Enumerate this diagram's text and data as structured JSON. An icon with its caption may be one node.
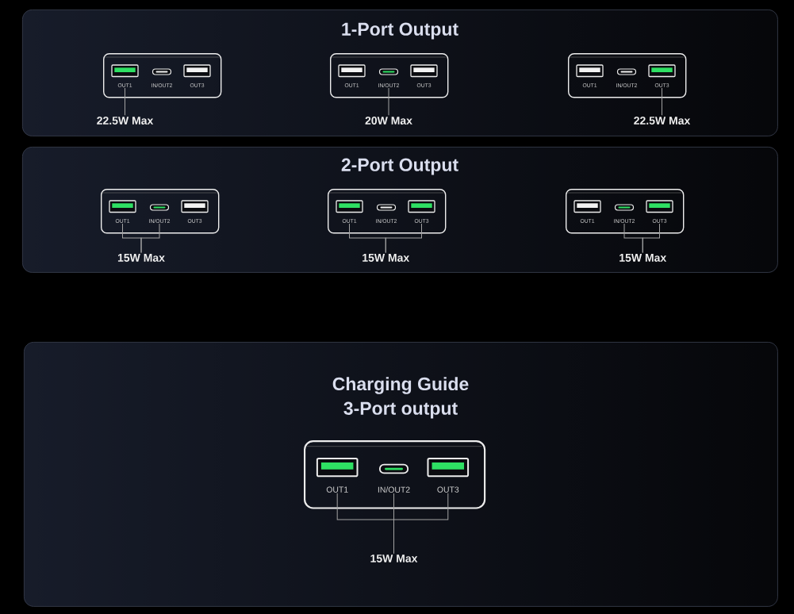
{
  "diagram": {
    "nodes": [
      {
        "text": [
          "1-Port Output"
        ]
      },
      {
        "text": [],
        "shape": "box",
        "in": 0
      },
      {
        "text": [
          "OUT1"
        ],
        "in": 1
      },
      {
        "text": [
          "IN/OUT2"
        ],
        "in": 1
      },
      {
        "text": [
          "OUT3"
        ],
        "in": 1
      },
      {
        "text": [
          "22.5W Max"
        ],
        "in": 0
      },
      {
        "text": [],
        "shape": "box",
        "in": 0
      },
      {
        "text": [
          "OUT1"
        ],
        "in": 6
      },
      {
        "text": [
          "IN/OUT2"
        ],
        "in": 6
      },
      {
        "text": [
          "OUT3"
        ],
        "in": 6
      },
      {
        "text": [
          "20W Max"
        ],
        "in": 0
      },
      {
        "text": [],
        "shape": "box",
        "in": 0
      },
      {
        "text": [
          "OUT1"
        ],
        "in": 11
      },
      {
        "text": [
          "IN/OUT2"
        ],
        "in": 11
      },
      {
        "text": [
          "OUT3"
        ],
        "in": 11
      },
      {
        "text": [
          "22.5W Max"
        ],
        "in": 0
      },
      {
        "text": [
          "2-Port Output"
        ]
      },
      {
        "text": [],
        "shape": "box",
        "in": 16
      },
      {
        "text": [
          "OUT1"
        ],
        "in": 17
      },
      {
        "text": [
          "IN/OUT2"
        ],
        "in": 17
      },
      {
        "text": [
          "OUT3"
        ],
        "in": 17
      },
      {
        "text": [
          "15W Max"
        ],
        "in": 16
      },
      {
        "text": [],
        "shape": "box",
        "in": 16
      },
      {
        "text": [
          "OUT1"
        ],
        "in": 22
      },
      {
        "text": [
          "IN/OUT2"
        ],
        "in": 22
      },
      {
        "text": [
          "OUT3"
        ],
        "in": 22
      },
      {
        "text": [
          "15W Max"
        ],
        "in": 16
      },
      {
        "text": [],
        "shape": "box",
        "in": 16
      },
      {
        "text": [
          "OUT1"
        ],
        "in": 27
      },
      {
        "text": [
          "IN/OUT2"
        ],
        "in": 27
      },
      {
        "text": [
          "OUT3"
        ],
        "in": 27
      },
      {
        "text": [
          "15W Max"
        ],
        "in": 16
      },
      {
        "text": [
          "Charging Guide",
          "3-Port output"
        ]
      },
      {
        "text": [],
        "shape": "box",
        "in": 32
      },
      {
        "text": [
          "OUT1"
        ],
        "in": 33
      },
      {
        "text": [
          "IN/OUT2"
        ],
        "in": 33
      },
      {
        "text": [
          "OUT3"
        ],
        "in": 33
      },
      {
        "text": [
          "15W Max"
        ],
        "in": 32
      }
    ],
    "edges": [
      {
        "from": 2,
        "to": 5,
        "arrow": "none"
      },
      {
        "from": 8,
        "to": 10,
        "arrow": "none"
      },
      {
        "from": 14,
        "to": 15,
        "arrow": "none"
      },
      {
        "from": 18,
        "to": 21,
        "arrow": "none"
      },
      {
        "from": 19,
        "to": 21,
        "arrow": "none"
      },
      {
        "from": 23,
        "to": 26,
        "arrow": "none"
      },
      {
        "from": 25,
        "to": 26,
        "arrow": "none"
      },
      {
        "from": 29,
        "to": 31,
        "arrow": "none"
      },
      {
        "from": 30,
        "to": 31,
        "arrow": "none"
      },
      {
        "from": 34,
        "to": 37,
        "arrow": "none"
      },
      {
        "from": 35,
        "to": 37,
        "arrow": "none"
      },
      {
        "from": 36,
        "to": 37,
        "arrow": "none"
      }
    ]
  }
}
